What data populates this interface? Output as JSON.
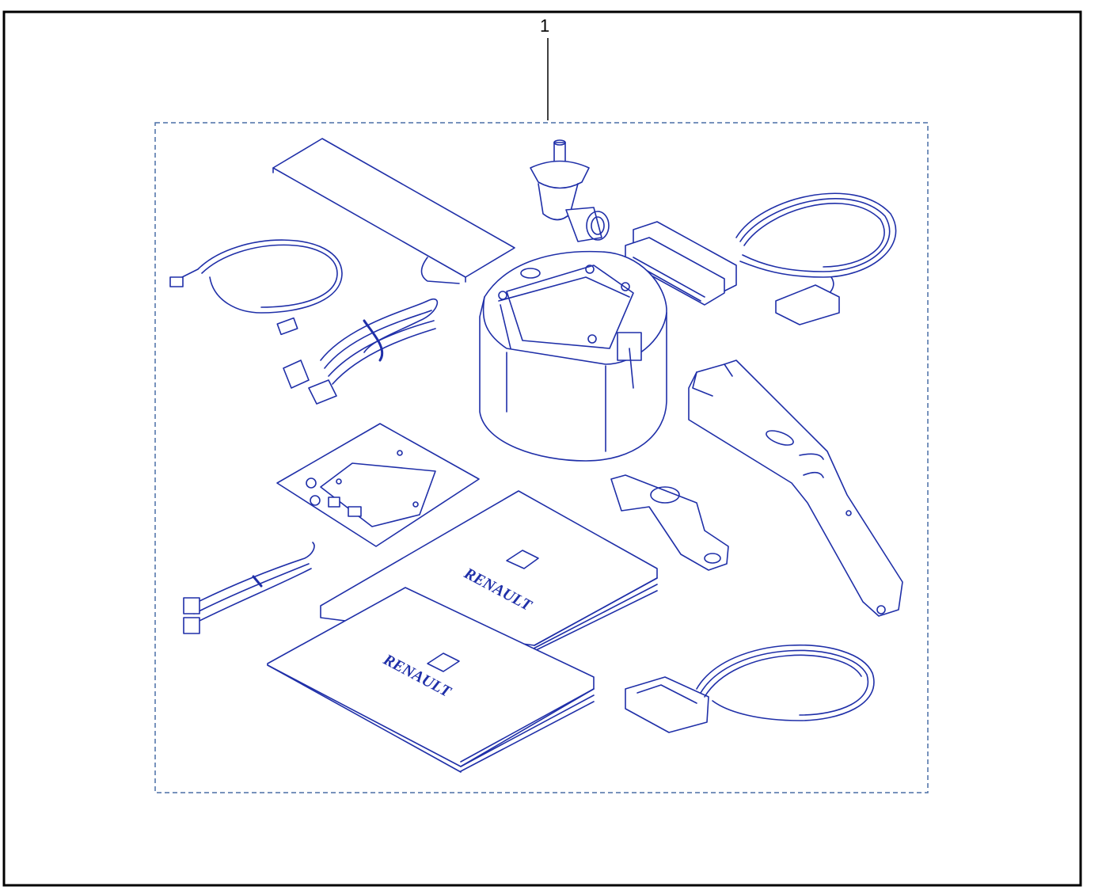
{
  "diagram": {
    "callout_number": "1",
    "brand_text_1": "RENAULT",
    "brand_text_2": "RENAULT",
    "line_color": "#1f2fa8",
    "frame_color": "#000000",
    "kit_border_color": "#4a6fa5"
  }
}
